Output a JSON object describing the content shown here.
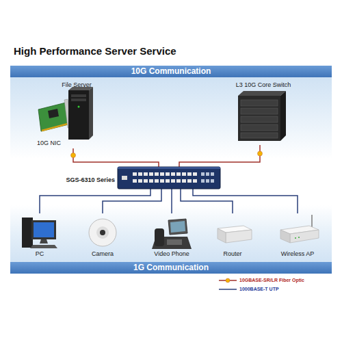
{
  "diagram": {
    "title": "High Performance Server Service",
    "nodes": [
      {
        "text": [
          "10G Communication"
        ]
      },
      {
        "text": [
          "File Server",
          "10G NIC"
        ],
        "in": 0
      },
      {
        "text": [
          "L3 10G Core Switch"
        ],
        "in": 0
      },
      {
        "text": [
          "SGS-6310 Series"
        ]
      },
      {
        "text": [
          "1G Communication"
        ]
      },
      {
        "text": [
          "PC"
        ],
        "in": 4
      },
      {
        "text": [
          "Camera"
        ],
        "in": 4
      },
      {
        "text": [
          "Video Phone"
        ],
        "in": 4
      },
      {
        "text": [
          "Router"
        ],
        "in": 4
      },
      {
        "text": [
          "Wireless AP"
        ],
        "in": 4
      }
    ],
    "edges": [
      {
        "from": 1,
        "to": 3,
        "arrow": "none"
      },
      {
        "from": 2,
        "to": 3,
        "arrow": "none"
      },
      {
        "from": 3,
        "to": 5,
        "arrow": "none"
      },
      {
        "from": 3,
        "to": 6,
        "arrow": "none"
      },
      {
        "from": 3,
        "to": 7,
        "arrow": "none"
      },
      {
        "from": 3,
        "to": 8,
        "arrow": "none"
      },
      {
        "from": 3,
        "to": 9,
        "arrow": "none"
      }
    ],
    "legend": [
      {
        "text": "10GBASE-SR/LR Fiber Optic"
      },
      {
        "text": "1000BASE-T UTP"
      }
    ]
  }
}
